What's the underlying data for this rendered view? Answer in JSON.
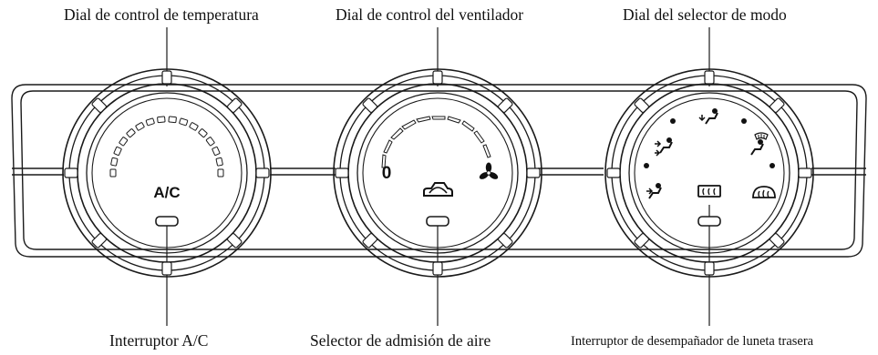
{
  "labels": {
    "temp_dial": "Dial de control de temperatura",
    "fan_dial": "Dial de control del ventilador",
    "mode_dial": "Dial del selector de modo",
    "ac_switch": "Interruptor A/C",
    "air_intake": "Selector de admisión de aire",
    "rear_defogger": "Interruptor de desempañador de luneta trasera"
  },
  "dials": {
    "temp": {
      "center_text": "A/C"
    },
    "fan": {
      "min_text": "0"
    }
  },
  "icons": {
    "fan": "fan-icon",
    "recirculation": "recirculation-car-icon",
    "rear_defogger": "rear-defogger-icon",
    "front_defroster": "front-defroster-icon",
    "mode_face": "face-vent-icon",
    "mode_face_feet": "face-feet-vent-icon",
    "mode_feet": "feet-vent-icon",
    "mode_feet_defrost": "feet-defrost-vent-icon"
  },
  "colors": {
    "line": "#1a1a1a",
    "background": "#ffffff"
  }
}
